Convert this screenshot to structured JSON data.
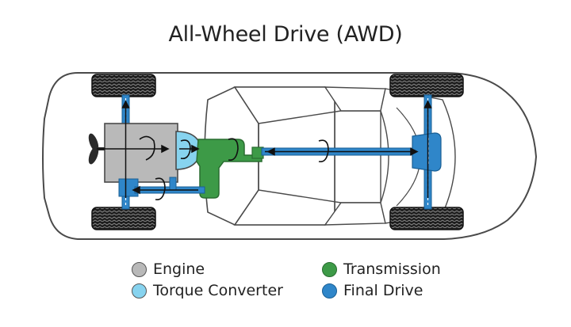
{
  "title": "All-Wheel Drive (AWD)",
  "colors": {
    "engine": "#b9b9b9",
    "torque_converter": "#87d3ef",
    "transmission": "#3d9a47",
    "final_drive": "#2f86c9",
    "outline": "#4a4a4a"
  },
  "legend": [
    {
      "label": "Engine",
      "color": "#b9b9b9"
    },
    {
      "label": "Transmission",
      "color": "#3d9a47"
    },
    {
      "label": "Torque Converter",
      "color": "#87d3ef"
    },
    {
      "label": "Final Drive",
      "color": "#2f86c9"
    }
  ]
}
